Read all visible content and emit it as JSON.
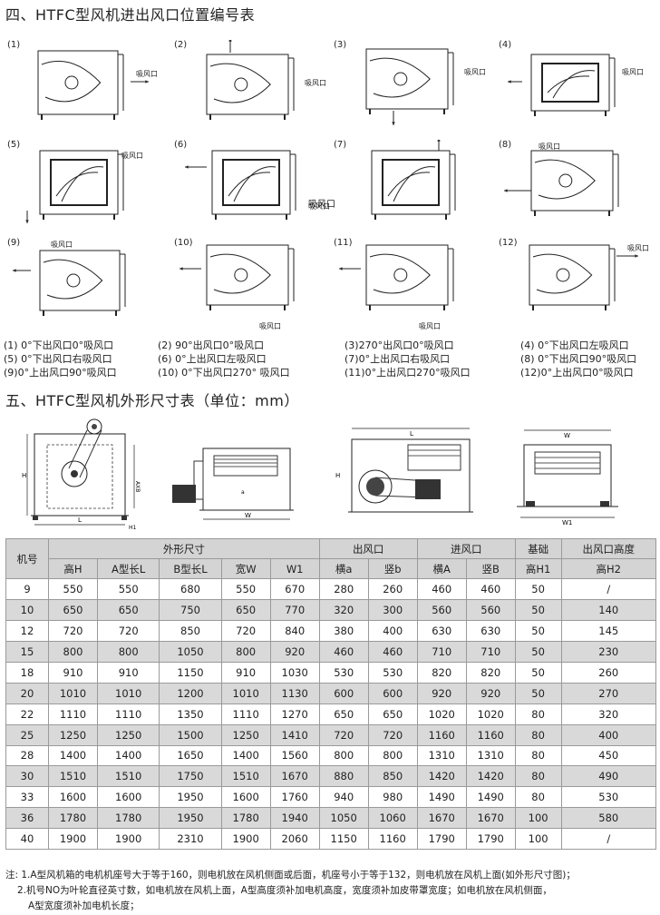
{
  "section4": {
    "title": "四、HTFC型风机进出风口位置编号表",
    "suction_label": "吸风口",
    "diagrams": [
      {
        "num": "(1)"
      },
      {
        "num": "(2)"
      },
      {
        "num": "(3)"
      },
      {
        "num": "(4)"
      },
      {
        "num": "(5)"
      },
      {
        "num": "(6)"
      },
      {
        "num": "(7)"
      },
      {
        "num": "(8)"
      },
      {
        "num": "(9)"
      },
      {
        "num": "(10)"
      },
      {
        "num": "(11)"
      },
      {
        "num": "(12)"
      }
    ],
    "captions": [
      "(1) 0°下出风口0°吸风口",
      "(2) 90°出风口0°吸风口",
      "(3)270°出风口0°吸风口",
      "(4) 0°下出风口左吸风口",
      "(5) 0°下出风口右吸风口",
      "(6) 0°上出风口左吸风口",
      "(7)0°上出风口右吸风口",
      "(8) 0°下出风口90°吸风口",
      "(9)0°上出风口90°吸风口",
      "(10) 0°下出风口270° 吸风口",
      "(11)0°上出风口270°吸风口",
      "(12)0°上出风口0°吸风口"
    ]
  },
  "section5": {
    "title": "五、HTFC型风机外形尺寸表（单位：mm）",
    "dim_labels": {
      "H": "H",
      "L": "L",
      "W": "W",
      "W1": "W1",
      "H1": "H1",
      "AXB": "AXB",
      "a": "a"
    }
  },
  "table": {
    "head_model": "机号",
    "group_outer": "外形尺寸",
    "group_outlet": "出风口",
    "group_inlet": "进风口",
    "group_base": "基础",
    "group_height": "出风口高度",
    "sub": [
      "高H",
      "A型长L",
      "B型长L",
      "宽W",
      "W1",
      "横a",
      "竖b",
      "横A",
      "竖B",
      "高H1",
      "高H2"
    ],
    "rows": [
      [
        "9",
        "550",
        "550",
        "680",
        "550",
        "670",
        "280",
        "260",
        "460",
        "460",
        "50",
        "/"
      ],
      [
        "10",
        "650",
        "650",
        "750",
        "650",
        "770",
        "320",
        "300",
        "560",
        "560",
        "50",
        "140"
      ],
      [
        "12",
        "720",
        "720",
        "850",
        "720",
        "840",
        "380",
        "400",
        "630",
        "630",
        "50",
        "145"
      ],
      [
        "15",
        "800",
        "800",
        "1050",
        "800",
        "920",
        "460",
        "460",
        "710",
        "710",
        "50",
        "230"
      ],
      [
        "18",
        "910",
        "910",
        "1150",
        "910",
        "1030",
        "530",
        "530",
        "820",
        "820",
        "50",
        "260"
      ],
      [
        "20",
        "1010",
        "1010",
        "1200",
        "1010",
        "1130",
        "600",
        "600",
        "920",
        "920",
        "50",
        "270"
      ],
      [
        "22",
        "1110",
        "1110",
        "1350",
        "1110",
        "1270",
        "650",
        "650",
        "1020",
        "1020",
        "80",
        "320"
      ],
      [
        "25",
        "1250",
        "1250",
        "1500",
        "1250",
        "1410",
        "720",
        "720",
        "1160",
        "1160",
        "80",
        "400"
      ],
      [
        "28",
        "1400",
        "1400",
        "1650",
        "1400",
        "1560",
        "800",
        "800",
        "1310",
        "1310",
        "80",
        "450"
      ],
      [
        "30",
        "1510",
        "1510",
        "1750",
        "1510",
        "1670",
        "880",
        "850",
        "1420",
        "1420",
        "80",
        "490"
      ],
      [
        "33",
        "1600",
        "1600",
        "1950",
        "1600",
        "1760",
        "940",
        "980",
        "1490",
        "1490",
        "80",
        "530"
      ],
      [
        "36",
        "1780",
        "1780",
        "1950",
        "1780",
        "1940",
        "1050",
        "1060",
        "1670",
        "1670",
        "100",
        "580"
      ],
      [
        "40",
        "1900",
        "1900",
        "2310",
        "1900",
        "2060",
        "1150",
        "1160",
        "1790",
        "1790",
        "100",
        "/"
      ]
    ]
  },
  "notes": [
    "注: 1.A型风机箱的电机机座号大于等于160，则电机放在风机侧面或后面，机座号小于等于132，则电机放在风机上面(如外形尺寸图)；",
    "2.机号NO为叶轮直径英寸数，如电机放在风机上面，A型高度须补加电机高度，宽度须补加皮带罩宽度；如电机放在风机侧面，",
    "A型宽度须补加电机长度；"
  ]
}
